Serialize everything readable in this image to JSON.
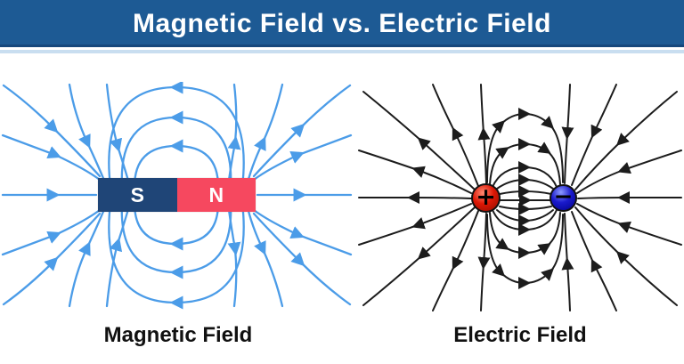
{
  "header": {
    "title": "Magnetic Field vs. Electric Field"
  },
  "panels": {
    "magnetic": {
      "label": "Magnetic Field",
      "magnet": {
        "south_pole_label": "S",
        "north_pole_label": "N"
      },
      "field_line_style": "blue closed loops from N pole to S pole with arrows"
    },
    "electric": {
      "label": "Electric Field",
      "positive_charge_symbol": "+",
      "negative_charge_symbol": "−",
      "field_line_style": "black lines radiating out of + charge and into − charge with arrows"
    }
  },
  "colors": {
    "banner_bg": "#1d5a94",
    "banner_border": "#16477c",
    "banner_strip": "#c9def0",
    "title_color": "#ffffff",
    "page_bg": "#ffffff",
    "magnetic_line": "#4b9ce8",
    "electric_line": "#1c1c1c",
    "pole_s_bg": "#1f4577",
    "pole_n_bg": "#f6485f",
    "pole_label": "#ffffff",
    "positive_fill": "#dd1705",
    "negative_fill": "#1a1acc",
    "charge_outline": "#111111",
    "label_color": "#111111"
  }
}
